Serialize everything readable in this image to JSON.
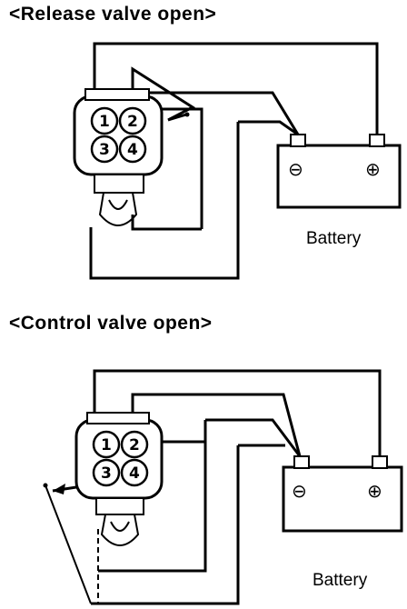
{
  "diagrams": [
    {
      "title": "<Release valve open>",
      "battery": {
        "label": "Battery",
        "negative": "⊖",
        "positive": "⊕"
      },
      "pins": [
        "1",
        "2",
        "3",
        "4"
      ]
    },
    {
      "title": "<Control valve open>",
      "battery": {
        "label": "Battery",
        "negative": "⊖",
        "positive": "⊕"
      },
      "pins": [
        "1",
        "2",
        "3",
        "4"
      ]
    }
  ]
}
